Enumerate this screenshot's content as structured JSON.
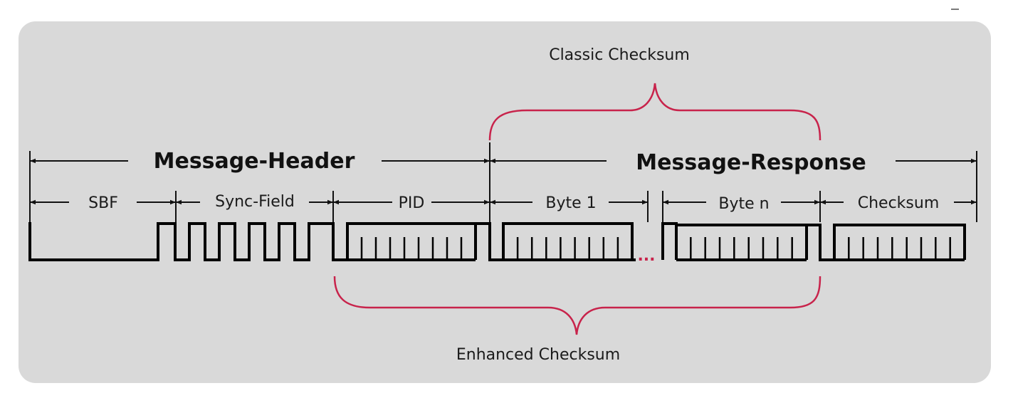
{
  "title": {
    "classic_checksum": "Classic Checksum",
    "enhanced_checksum": "Enhanced Checksum"
  },
  "sections": {
    "header": "Message-Header",
    "response": "Message-Response"
  },
  "fields": {
    "sbf": "SBF",
    "sync": "Sync-Field",
    "pid": "PID",
    "byte1": "Byte 1",
    "byten": "Byte n",
    "checksum": "Checksum"
  },
  "ellipsis": "...",
  "colors": {
    "panel": "#d9d9d9",
    "brace": "#c8234b",
    "ink": "#111111"
  }
}
